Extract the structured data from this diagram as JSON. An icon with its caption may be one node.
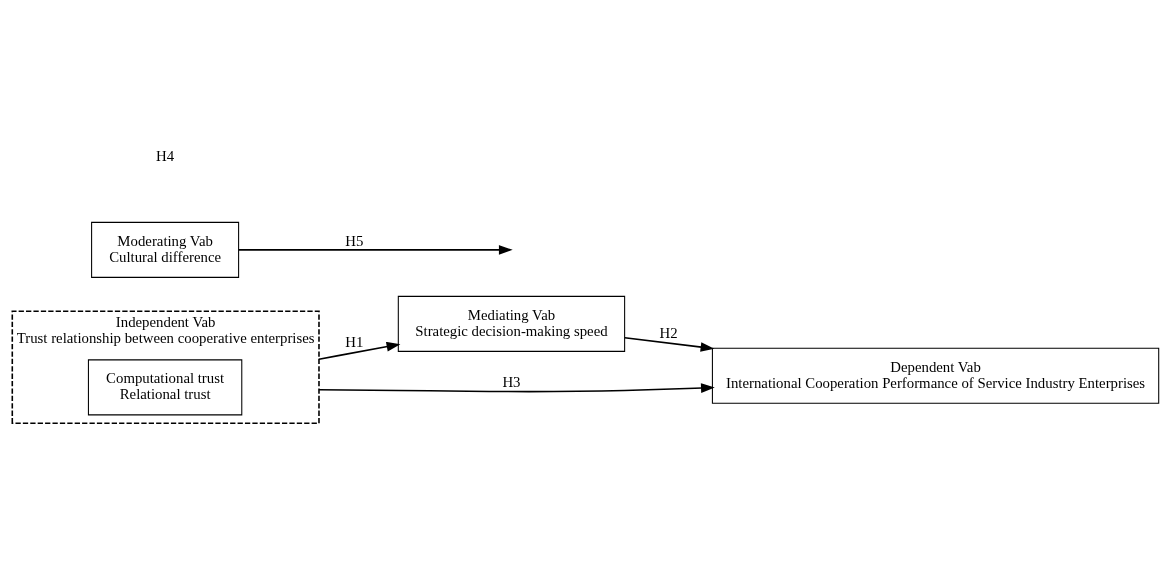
{
  "diagram": {
    "nodes": [
      {
        "text": [
          "Independent Vab",
          "Trust relationship between cooperative enterprises"
        ]
      },
      {
        "text": [
          "Computational trust",
          "Relational trust"
        ],
        "in": 0
      },
      {
        "text": [
          "Moderating Vab",
          "Cultural difference"
        ]
      },
      {
        "text": [
          "Mediating Vab",
          "Strategic decision-making speed"
        ]
      },
      {
        "text": [
          "Dependent Vab",
          "International Cooperation Performance of Service Industry Enterprises"
        ]
      }
    ],
    "edges": [
      {
        "from": 0,
        "to": 3,
        "arrow": "to",
        "label": "H1"
      },
      {
        "from": 2,
        "to": null,
        "arrow": "to",
        "label": "H5"
      },
      {
        "from": 3,
        "to": 4,
        "arrow": "to",
        "label": "H2"
      },
      {
        "from": 0,
        "to": 4,
        "arrow": "to",
        "label": "H3"
      }
    ],
    "labels": [
      "H4"
    ]
  }
}
